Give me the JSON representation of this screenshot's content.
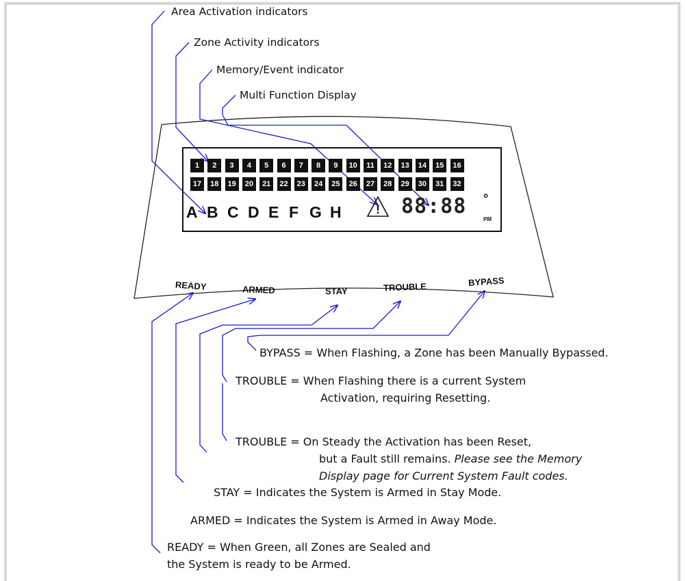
{
  "callouts": {
    "area_activation": "Area Activation indicators",
    "zone_activity": "Zone Activity indicators",
    "memory_event": "Memory/Event indicator",
    "multi_function": "Multi Function Display"
  },
  "zones_row1": [
    "1",
    "2",
    "3",
    "4",
    "5",
    "6",
    "7",
    "8",
    "9",
    "10",
    "11",
    "12",
    "13",
    "14",
    "15",
    "16"
  ],
  "zones_row2": [
    "17",
    "18",
    "19",
    "20",
    "21",
    "22",
    "23",
    "24",
    "25",
    "26",
    "27",
    "28",
    "29",
    "30",
    "31",
    "32"
  ],
  "areas": [
    "A",
    "B",
    "C",
    "D",
    "E",
    "F",
    "G",
    "H"
  ],
  "display": {
    "digits": "88:88",
    "degree": "°",
    "pm": "PM"
  },
  "leds": {
    "ready": "READY",
    "armed": "ARMED",
    "stay": "STAY",
    "trouble": "TROUBLE",
    "bypass": "BYPASS"
  },
  "descriptions": {
    "bypass": "BYPASS = When Flashing, a Zone has been Manually Bypassed.",
    "trouble_flash_1": "TROUBLE = When Flashing there is a current System",
    "trouble_flash_2": "Activation, requiring Resetting.",
    "trouble_steady_1": "TROUBLE = On Steady the Activation has been Reset,",
    "trouble_steady_2": "but a Fault still remains.",
    "trouble_steady_2_it": "Please see the Memory",
    "trouble_steady_3": "Display page for Current System Fault codes.",
    "stay": "STAY = Indicates the System is Armed in Stay Mode.",
    "armed": "ARMED = Indicates the System is Armed in Away Mode.",
    "ready_1": "READY = When Green, all Zones are Sealed and",
    "ready_2": "the System is ready to be Armed."
  },
  "colors": {
    "leader": "#1a1ac8",
    "outline": "#222222",
    "frame": "#d6d6d6"
  }
}
